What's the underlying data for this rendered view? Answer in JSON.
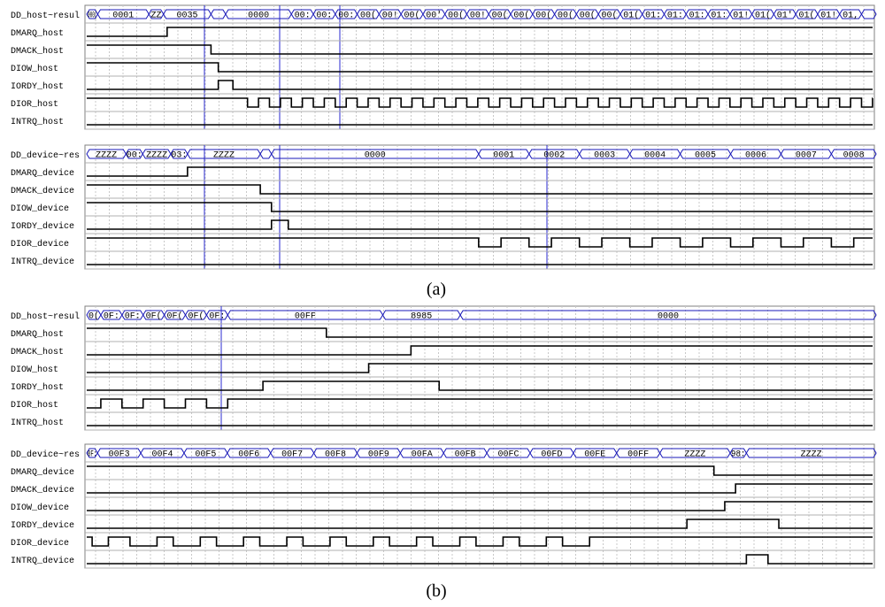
{
  "captions": [
    "(a)",
    "(b)"
  ],
  "panels": [
    {
      "name": "a-host",
      "signals": [
        {
          "label": "DD_host~resul",
          "type": "bus",
          "segments": [
            {
              "v": "000(",
              "t0": 0,
              "t1": 6
            },
            {
              "v": "0001",
              "t0": 6,
              "t1": 34
            },
            {
              "v": "ZZ",
              "t0": 34,
              "t1": 42
            },
            {
              "v": "0035",
              "t0": 42,
              "t1": 68
            },
            {
              "v": "",
              "t0": 68,
              "t1": 76
            },
            {
              "v": "0000",
              "t0": 76,
              "t1": 112
            },
            {
              "v": "00:",
              "t0": 112,
              "t1": 124
            },
            {
              "v": "00:",
              "t0": 124,
              "t1": 136
            },
            {
              "v": "00:",
              "t0": 136,
              "t1": 148
            },
            {
              "v": "00(",
              "t0": 148,
              "t1": 160
            },
            {
              "v": "00!",
              "t0": 160,
              "t1": 172
            },
            {
              "v": "00(",
              "t0": 172,
              "t1": 184
            },
            {
              "v": "00'",
              "t0": 184,
              "t1": 196
            },
            {
              "v": "00(",
              "t0": 196,
              "t1": 208
            },
            {
              "v": "00!",
              "t0": 208,
              "t1": 220
            },
            {
              "v": "00(",
              "t0": 220,
              "t1": 232
            },
            {
              "v": "00(",
              "t0": 232,
              "t1": 244
            },
            {
              "v": "00(",
              "t0": 244,
              "t1": 256
            },
            {
              "v": "00(",
              "t0": 256,
              "t1": 268
            },
            {
              "v": "00(",
              "t0": 268,
              "t1": 280
            },
            {
              "v": "00(",
              "t0": 280,
              "t1": 292
            },
            {
              "v": "01(",
              "t0": 292,
              "t1": 304
            },
            {
              "v": "01:",
              "t0": 304,
              "t1": 316
            },
            {
              "v": "01:",
              "t0": 316,
              "t1": 328
            },
            {
              "v": "01:",
              "t0": 328,
              "t1": 340
            },
            {
              "v": "01:",
              "t0": 340,
              "t1": 352
            },
            {
              "v": "01!",
              "t0": 352,
              "t1": 364
            },
            {
              "v": "01(",
              "t0": 364,
              "t1": 376
            },
            {
              "v": "01'",
              "t0": 376,
              "t1": 388
            },
            {
              "v": "01(",
              "t0": 388,
              "t1": 400
            },
            {
              "v": "01!",
              "t0": 400,
              "t1": 412
            },
            {
              "v": "01,",
              "t0": 412,
              "t1": 424
            },
            {
              "v": "",
              "t0": 424,
              "t1": 432
            }
          ]
        },
        {
          "label": "DMARQ_host",
          "type": "bit",
          "init": 0,
          "edges": [
            44
          ]
        },
        {
          "label": "DMACK_host",
          "type": "bit",
          "init": 1,
          "edges": [
            68
          ]
        },
        {
          "label": "DIOW_host",
          "type": "bit",
          "init": 1,
          "edges": [
            72
          ]
        },
        {
          "label": "IORDY_host",
          "type": "bit",
          "init": 0,
          "edges": [
            72,
            80
          ]
        },
        {
          "label": "DIOR_host",
          "type": "bit",
          "init": 1,
          "edges": [
            88,
            94,
            100,
            106,
            112,
            118,
            124,
            130,
            136,
            142,
            148,
            154,
            160,
            166,
            172,
            178,
            184,
            190,
            196,
            202,
            208,
            214,
            220,
            226,
            232,
            238,
            244,
            250,
            256,
            262,
            268,
            274,
            280,
            286,
            292,
            298,
            304,
            310,
            316,
            322,
            328,
            334,
            340,
            346,
            352,
            358,
            364,
            370,
            376,
            382,
            388,
            394,
            400,
            406,
            412,
            418,
            424,
            430
          ]
        },
        {
          "label": "INTRQ_host",
          "type": "bit",
          "init": 0,
          "edges": []
        }
      ]
    },
    {
      "name": "a-device",
      "signals": [
        {
          "label": "DD_device~res",
          "type": "bus",
          "segments": [
            {
              "v": "ZZZZ",
              "t0": 0,
              "t1": 14
            },
            {
              "v": "00:",
              "t0": 14,
              "t1": 20
            },
            {
              "v": "ZZZZ",
              "t0": 20,
              "t1": 30
            },
            {
              "v": "03:",
              "t0": 30,
              "t1": 36
            },
            {
              "v": "ZZZZ",
              "t0": 36,
              "t1": 62
            },
            {
              "v": "",
              "t0": 62,
              "t1": 66
            },
            {
              "v": "0000",
              "t0": 66,
              "t1": 140
            },
            {
              "v": "0001",
              "t0": 140,
              "t1": 158
            },
            {
              "v": "0002",
              "t0": 158,
              "t1": 176
            },
            {
              "v": "0003",
              "t0": 176,
              "t1": 194
            },
            {
              "v": "0004",
              "t0": 194,
              "t1": 212
            },
            {
              "v": "0005",
              "t0": 212,
              "t1": 230
            },
            {
              "v": "0006",
              "t0": 230,
              "t1": 248
            },
            {
              "v": "0007",
              "t0": 248,
              "t1": 266
            },
            {
              "v": "0008",
              "t0": 266,
              "t1": 282
            }
          ]
        },
        {
          "label": "DMARQ_device",
          "type": "bit",
          "init": 0,
          "edges": [
            36
          ]
        },
        {
          "label": "DMACK_device",
          "type": "bit",
          "init": 1,
          "edges": [
            62
          ]
        },
        {
          "label": "DIOW_device",
          "type": "bit",
          "init": 1,
          "edges": [
            66
          ]
        },
        {
          "label": "IORDY_device",
          "type": "bit",
          "init": 0,
          "edges": [
            66,
            72
          ]
        },
        {
          "label": "DIOR_device",
          "type": "bit",
          "init": 1,
          "edges": [
            140,
            148,
            158,
            166,
            176,
            184,
            194,
            202,
            212,
            220,
            230,
            238,
            248,
            256,
            266,
            274
          ]
        },
        {
          "label": "INTRQ_device",
          "type": "bit",
          "init": 0,
          "edges": []
        }
      ]
    },
    {
      "name": "b-host",
      "signals": [
        {
          "label": "DD_host~resul",
          "type": "bus",
          "segments": [
            {
              "v": "0(",
              "t0": 0,
              "t1": 4
            },
            {
              "v": "0F:",
              "t0": 4,
              "t1": 10
            },
            {
              "v": "0F:",
              "t0": 10,
              "t1": 16
            },
            {
              "v": "0F(",
              "t0": 16,
              "t1": 22
            },
            {
              "v": "0F(",
              "t0": 22,
              "t1": 28
            },
            {
              "v": "0F(",
              "t0": 28,
              "t1": 34
            },
            {
              "v": "0F:",
              "t0": 34,
              "t1": 40
            },
            {
              "v": "00FF",
              "t0": 40,
              "t1": 84
            },
            {
              "v": "8985",
              "t0": 84,
              "t1": 106
            },
            {
              "v": "0000",
              "t0": 106,
              "t1": 224
            }
          ]
        },
        {
          "label": "DMARQ_host",
          "type": "bit",
          "init": 1,
          "edges": [
            68
          ]
        },
        {
          "label": "DMACK_host",
          "type": "bit",
          "init": 0,
          "edges": [
            92
          ]
        },
        {
          "label": "DIOW_host",
          "type": "bit",
          "init": 0,
          "edges": [
            80
          ]
        },
        {
          "label": "IORDY_host",
          "type": "bit",
          "init": 0,
          "edges": [
            50,
            100
          ]
        },
        {
          "label": "DIOR_host",
          "type": "bit",
          "init": 0,
          "edges": [
            4,
            10,
            16,
            22,
            28,
            34,
            40
          ]
        },
        {
          "label": "INTRQ_host",
          "type": "bit",
          "init": 0,
          "edges": []
        }
      ]
    },
    {
      "name": "b-device",
      "signals": [
        {
          "label": "DD_device~res",
          "type": "bus",
          "segments": [
            {
              "v": "0F:",
              "t0": 0,
              "t1": 4
            },
            {
              "v": "00F3",
              "t0": 4,
              "t1": 20
            },
            {
              "v": "00F4",
              "t0": 20,
              "t1": 36
            },
            {
              "v": "00F5",
              "t0": 36,
              "t1": 52
            },
            {
              "v": "00F6",
              "t0": 52,
              "t1": 68
            },
            {
              "v": "00F7",
              "t0": 68,
              "t1": 84
            },
            {
              "v": "00F8",
              "t0": 84,
              "t1": 100
            },
            {
              "v": "00F9",
              "t0": 100,
              "t1": 116
            },
            {
              "v": "00FA",
              "t0": 116,
              "t1": 132
            },
            {
              "v": "00FB",
              "t0": 132,
              "t1": 148
            },
            {
              "v": "00FC",
              "t0": 148,
              "t1": 164
            },
            {
              "v": "00FD",
              "t0": 164,
              "t1": 180
            },
            {
              "v": "00FE",
              "t0": 180,
              "t1": 196
            },
            {
              "v": "00FF",
              "t0": 196,
              "t1": 212
            },
            {
              "v": "ZZZZ",
              "t0": 212,
              "t1": 238
            },
            {
              "v": "98:",
              "t0": 238,
              "t1": 244
            },
            {
              "v": "ZZZZ",
              "t0": 244,
              "t1": 292
            }
          ]
        },
        {
          "label": "DMARQ_device",
          "type": "bit",
          "init": 1,
          "edges": [
            232
          ]
        },
        {
          "label": "DMACK_device",
          "type": "bit",
          "init": 0,
          "edges": [
            240
          ]
        },
        {
          "label": "DIOW_device",
          "type": "bit",
          "init": 0,
          "edges": [
            236
          ]
        },
        {
          "label": "IORDY_device",
          "type": "bit",
          "init": 0,
          "edges": [
            222,
            256
          ]
        },
        {
          "label": "DIOR_device",
          "type": "bit",
          "init": 1,
          "edges": [
            2,
            8,
            16,
            26,
            32,
            42,
            48,
            58,
            64,
            74,
            80,
            90,
            96,
            106,
            112,
            122,
            128,
            138,
            144,
            154,
            160,
            170,
            176,
            186
          ]
        },
        {
          "label": "INTRQ_device",
          "type": "bit",
          "init": 0,
          "edges": [
            244,
            252
          ]
        }
      ]
    }
  ]
}
